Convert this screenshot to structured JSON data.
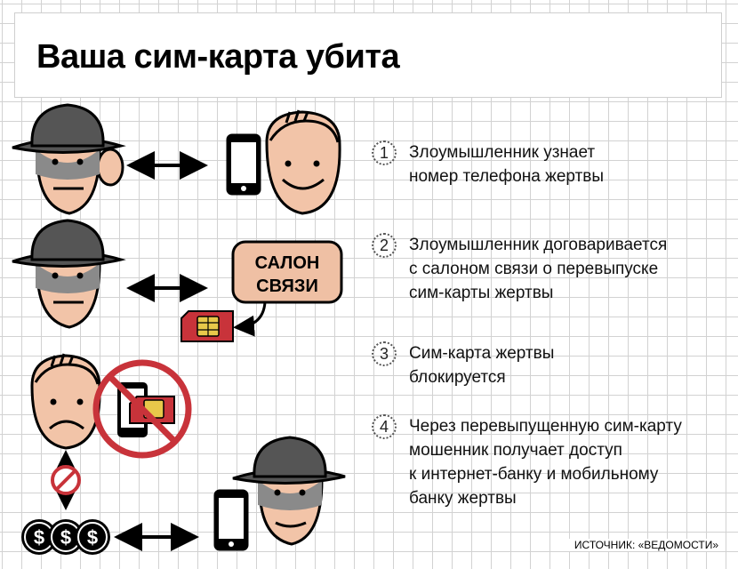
{
  "title": "Ваша сим-карта убита",
  "steps": [
    {
      "num": "1",
      "text": "Злоумышленник узнает\nномер телефона жертвы"
    },
    {
      "num": "2",
      "text": "Злоумышленник договаривается\nс салоном связи о перевыпуске\nсим-карты жертвы"
    },
    {
      "num": "3",
      "text": "Сим-карта жертвы\nблокируется"
    },
    {
      "num": "4",
      "text": "Через перевыпущенную сим-карту\nмошенник получает доступ\nк интернет-банку и мобильному\nбанку жертвы"
    }
  ],
  "salon": {
    "line1": "САЛОН",
    "line2": "СВЯЗИ"
  },
  "dollar_symbol": "$",
  "source": "ИСТОЧНИК: «ВЕДОМОСТИ»",
  "colors": {
    "skin": "#f2c4a8",
    "hat": "#555555",
    "mask": "#8a8a8a",
    "accent_red": "#c8333a",
    "salon_fill": "#efc0a4",
    "sim_chip": "#e8c84a",
    "grid": "#d2d2d2"
  },
  "icons": [
    "villain-icon",
    "victim-icon",
    "smartphone-icon",
    "sim-card-icon",
    "forbidden-icon",
    "dollar-coin-icon",
    "double-arrow-icon"
  ]
}
